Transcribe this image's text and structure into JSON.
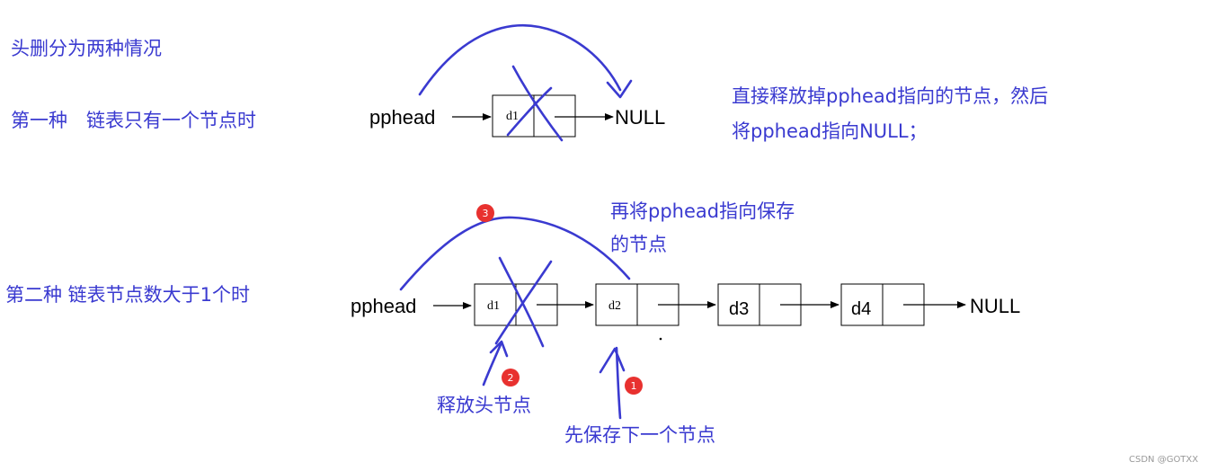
{
  "title": "头删分为两种情况",
  "case1": {
    "label": "第一种　链表只有一个节点时",
    "head": "pphead",
    "node": "d1",
    "null": "NULL",
    "note_line1": "直接释放掉pphead指向的节点，然后",
    "note_line2": "将pphead指向NULL；"
  },
  "case2": {
    "label": "第二种  链表节点数大于1个时",
    "head": "pphead",
    "nodes": [
      "d1",
      "d2",
      "d3",
      "d4"
    ],
    "null": "NULL",
    "step3_line1": "再将pphead指向保存",
    "step3_line2": "的节点",
    "step2": "释放头节点",
    "step1": "先保存下一个节点",
    "badges": [
      "1",
      "2",
      "3"
    ]
  },
  "watermark": "CSDN @GOTXX",
  "colors": {
    "ink": "#3a3ad0",
    "badge": "#e8312f"
  }
}
